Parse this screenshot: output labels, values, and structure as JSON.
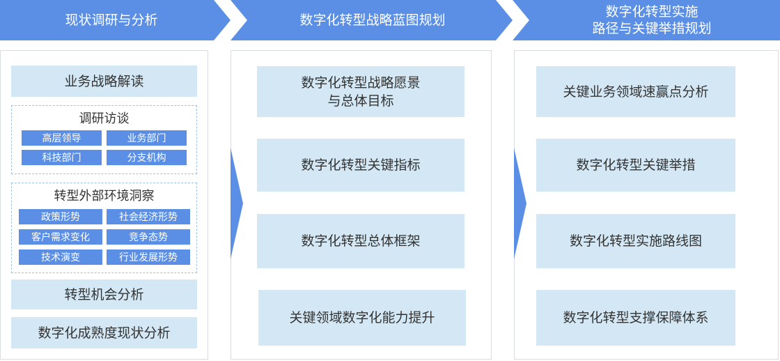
{
  "colors": {
    "chevron_blue": "#5b8fe6",
    "box_fill": "#d3e8f4",
    "tag_fill": "#5b8fe6",
    "panel_border": "#d9dde3",
    "group_border": "#9fc0e6"
  },
  "headers": [
    "现状调研与分析",
    "数字化转型战略蓝图规划",
    "数字化转型实施\n路径与关键举措规划"
  ],
  "col1": {
    "top_box": "业务战略解读",
    "group1": {
      "title": "调研访谈",
      "tags": [
        "高层领导",
        "业务部门",
        "科技部门",
        "分支机构"
      ]
    },
    "group2": {
      "title": "转型外部环境洞察",
      "tags": [
        "政策形势",
        "社会经济形势",
        "客户需求变化",
        "竞争态势",
        "技术演变",
        "行业发展形势"
      ]
    },
    "box_opportunity": "转型机会分析",
    "box_maturity": "数字化成熟度现状分析"
  },
  "col2": {
    "boxes": [
      "数字化转型战略愿景\n与总体目标",
      "数字化转型关键指标",
      "数字化转型总体框架",
      "关键领域数字化能力提升"
    ]
  },
  "col3": {
    "boxes": [
      "关键业务领域速赢点分析",
      "数字化转型关键举措",
      "数字化转型实施路线图",
      "数字化转型支撑保障体系"
    ]
  }
}
